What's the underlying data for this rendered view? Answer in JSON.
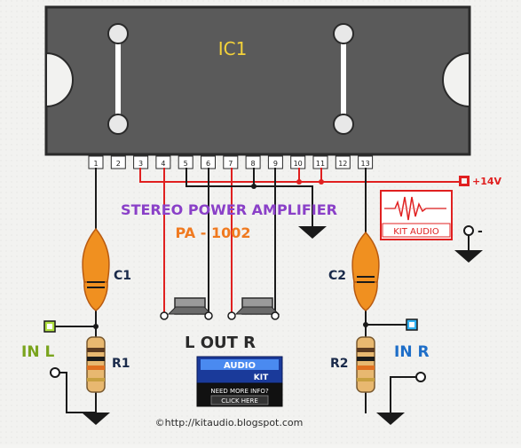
{
  "ic": {
    "label": "IC1",
    "pins": [
      "1",
      "2",
      "3",
      "4",
      "5",
      "6",
      "7",
      "8",
      "9",
      "10",
      "11",
      "12",
      "13"
    ]
  },
  "title": {
    "line1": "STEREO POWER AMPLIFIER",
    "line2": "PA - 1002"
  },
  "supply": {
    "positive": "+14V",
    "negative": "-"
  },
  "brand_box": {
    "label": "KIT AUDIO"
  },
  "components": {
    "c1": "C1",
    "c2": "C2",
    "r1": "R1",
    "r2": "R2"
  },
  "io": {
    "in_left": "IN L",
    "in_right": "IN R",
    "output": "L OUT R"
  },
  "banner": {
    "line1": "AUDIO",
    "line2": "KIT",
    "line3": "NEED MORE INFO?",
    "line4": "CLICK HERE"
  },
  "footer": {
    "url": "©http://kitaudio.blogspot.com"
  },
  "colors": {
    "ic_body": "#5a5a5a",
    "ic_tab": "#e8e8e8",
    "wire": "#1a1a1a",
    "supply_wire": "#e02020",
    "title1": "#8a40c8",
    "title2": "#f07a20",
    "label_c": "#1a2a4a",
    "in_l": "#7aa41e",
    "in_r": "#1e6ec8",
    "capacitor": "#f09020",
    "resistor": "#e8b870",
    "led_l": "#b0e040",
    "led_r": "#30b0f0"
  }
}
